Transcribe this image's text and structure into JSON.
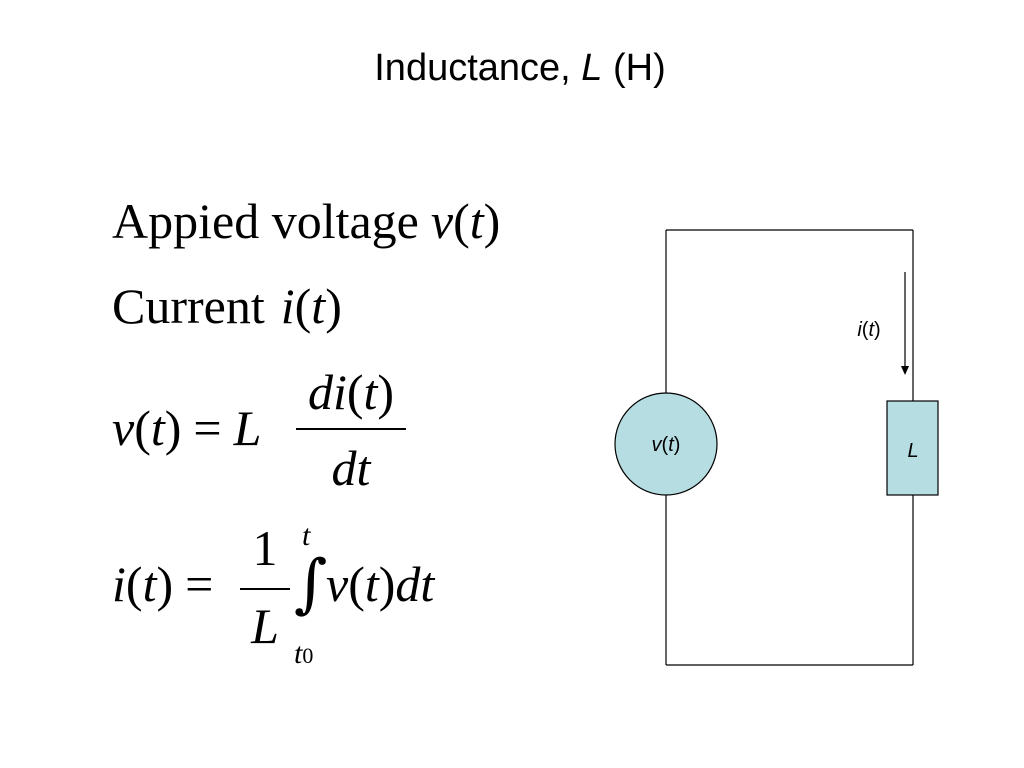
{
  "slide": {
    "title_main": "Inductance, ",
    "title_var": "L",
    "title_unit": " (H)"
  },
  "equations": {
    "applied_voltage_word": "Appied voltage",
    "applied_voltage_symbol_v": "v",
    "applied_voltage_symbol_t": "t",
    "current_word": "Current",
    "current_symbol_i": "i",
    "current_symbol_t": "t",
    "eq1_v": "v",
    "eq1_t": "t",
    "eq1_equals": "=",
    "eq1_L": "L",
    "eq1_num_di": "di",
    "eq1_num_t": "t",
    "eq1_den": "dt",
    "eq2_i": "i",
    "eq2_t": "t",
    "eq2_equals": "=",
    "eq2_num": "1",
    "eq2_den": "L",
    "eq2_integral": "∫",
    "eq2_upper": "t",
    "eq2_lower_t": "t",
    "eq2_lower_sub": "0",
    "eq2_v": "v",
    "eq2_t2": "t",
    "eq2_dt": "dt"
  },
  "circuit": {
    "current_label_i": "i",
    "current_label_t": "t",
    "source_label_v": "v",
    "source_label_t": "t",
    "inductor_label": "L",
    "fill_color": "#b6dde2",
    "stroke_color": "#000000"
  }
}
